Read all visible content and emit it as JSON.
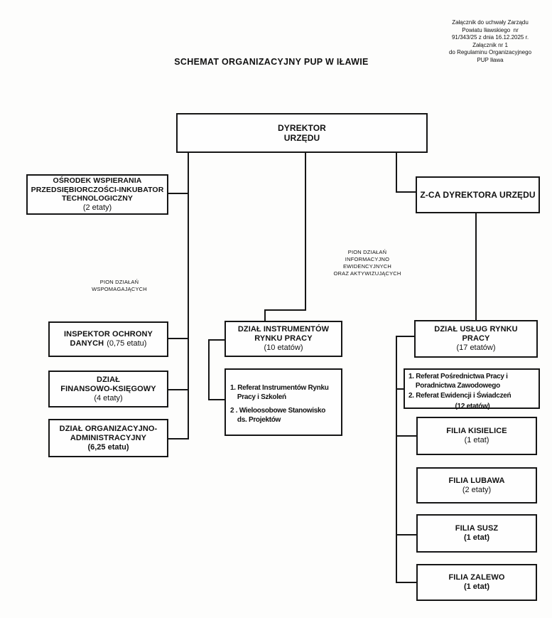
{
  "annotation": {
    "text": "Załącznik do uchwały Zarządu\nPowiatu Iławskiego  nr\n91/343/25 z dnia 16.12.2025 r.\nZałącznik nr 1\ndo Regulaminu Organizacyjnego\nPUP Iława"
  },
  "title": "SCHEMAT ORGANIZACYJNY PUP W IŁAWIE",
  "division_labels": {
    "support": "PION DZIAŁAŃ\nWSPOMAGAJĄCYCH",
    "information": "PION DZIAŁAŃ\nINFORMACYJNO\nEWIDENCYJNYCH\nORAZ AKTYWIZUJĄCYCH"
  },
  "nodes": {
    "director": {
      "title": "DYREKTOR\nURZĘDU"
    },
    "incubator": {
      "title": "OŚRODEK WSPIERANIA\nPRZEDSIĘBIORCZOŚCI-INKUBATOR\nTECHNOLOGICZNY",
      "staff": "(2 etaty)"
    },
    "deputy": {
      "title": "Z-CA DYREKTORA URZĘDU"
    },
    "data_protection": {
      "line1": "INSPEKTOR OCHRONY",
      "line2_bold": "DANYCH",
      "line2_regular": "(0,75 etatu)"
    },
    "finance": {
      "title": "DZIAŁ\nFINANSOWO-KSIĘGOWY",
      "staff": "(4 etaty)"
    },
    "admin": {
      "title": "DZIAŁ ORGANIZACYJNO-\nADMINISTRACYJNY",
      "staff": "(6,25 etatu)"
    },
    "instruments": {
      "title": "DZIAŁ INSTRUMENTÓW\nRYNKU PRACY",
      "staff": "(10 etatów)"
    },
    "instruments_units": {
      "item1": "1. Referat Instrumentów Rynku\n    Pracy i Szkoleń",
      "item2": "2 . Wieloosobowe Stanowisko\n    ds. Projektów"
    },
    "services": {
      "title": "DZIAŁ USŁUG RYNKU\nPRACY",
      "staff": "(17 etatów)"
    },
    "services_units": {
      "item1": "1. Referat Pośrednictwa Pracy i\n    Poradnictwa Zawodowego",
      "item2": "2. Referat Ewidencji i Świadczeń",
      "item2_staff": "(12 etatów)"
    },
    "filia_kisielice": {
      "title": "FILIA KISIELICE",
      "staff": "(1 etat)"
    },
    "filia_lubawa": {
      "title": "FILIA LUBAWA",
      "staff": "(2 etaty)"
    },
    "filia_susz": {
      "title": "FILIA SUSZ",
      "staff": "(1 etat)"
    },
    "filia_zalewo": {
      "title": "FILIA ZALEWO",
      "staff": "(1 etat)"
    }
  }
}
